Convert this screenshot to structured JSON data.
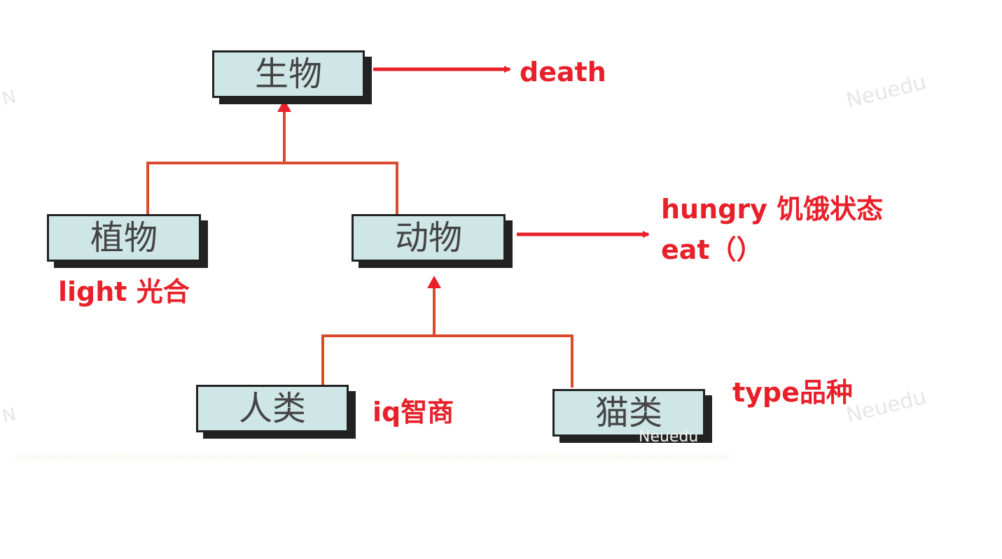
{
  "nodes": {
    "organism": "生物",
    "plant": "植物",
    "animal": "动物",
    "human": "人类",
    "cat": "猫类"
  },
  "annotations": {
    "organism": "death",
    "plant": "light 光合",
    "animal_line1": "hungry  饥饿状态",
    "animal_line2": "eat（）",
    "human": "iq智商",
    "cat": "type品种"
  },
  "watermark": "Neuedu",
  "colors": {
    "node_fill": "#cfe6e6",
    "node_border": "#222222",
    "connector": "#d94a2e",
    "arrow": "#e8202a",
    "annotation_text": "#e8202a"
  }
}
